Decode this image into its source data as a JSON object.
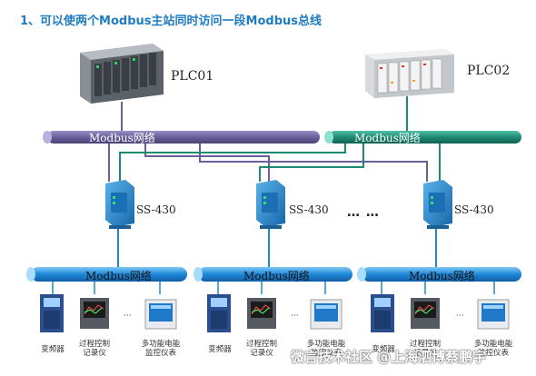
{
  "title": "1、可以使两个Modbus主站同时访问一段Modbus总线",
  "plcs": [
    {
      "label": "PLC01"
    },
    {
      "label": "PLC02"
    }
  ],
  "upper_buses": [
    {
      "label": "Modbus网络",
      "color": "#6a5f9a"
    },
    {
      "label": "Modbus网络",
      "color": "#1f8a73"
    }
  ],
  "converters": [
    {
      "label": "SS-430"
    },
    {
      "label": "SS-430"
    },
    {
      "label": "SS-430"
    }
  ],
  "ellipsis": "… …",
  "lower_buses": [
    {
      "label": "Modbus网络"
    },
    {
      "label": "Modbus网络"
    },
    {
      "label": "Modbus网络"
    }
  ],
  "devices": [
    {
      "label": "变频器"
    },
    {
      "label": "过程控制\n记录仪"
    },
    {
      "label": "多功能电能\n监控仪表"
    },
    {
      "label": "变频器"
    },
    {
      "label": "过程控制\n记录仪"
    },
    {
      "label": "多功能电能\n监控仪表"
    },
    {
      "label": "变频器"
    },
    {
      "label": "过程控制\n记录仪"
    },
    {
      "label": "多功能电能\n监控仪表"
    }
  ],
  "watermark": "微言技术社区 @上海泗博蔡鹏宇"
}
